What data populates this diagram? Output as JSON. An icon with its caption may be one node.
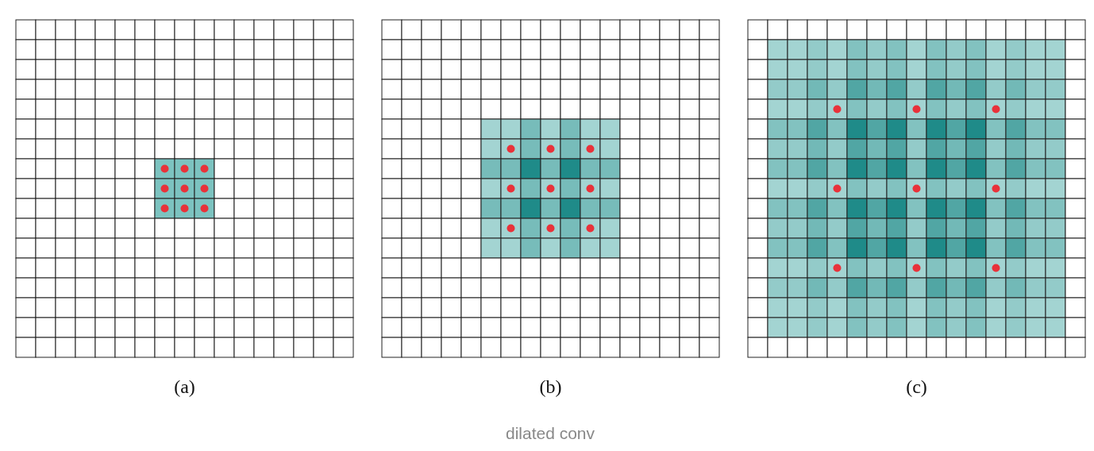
{
  "diagram": {
    "caption": "dilated conv",
    "labels": [
      "(a)",
      "(b)",
      "(c)"
    ]
  }
}
